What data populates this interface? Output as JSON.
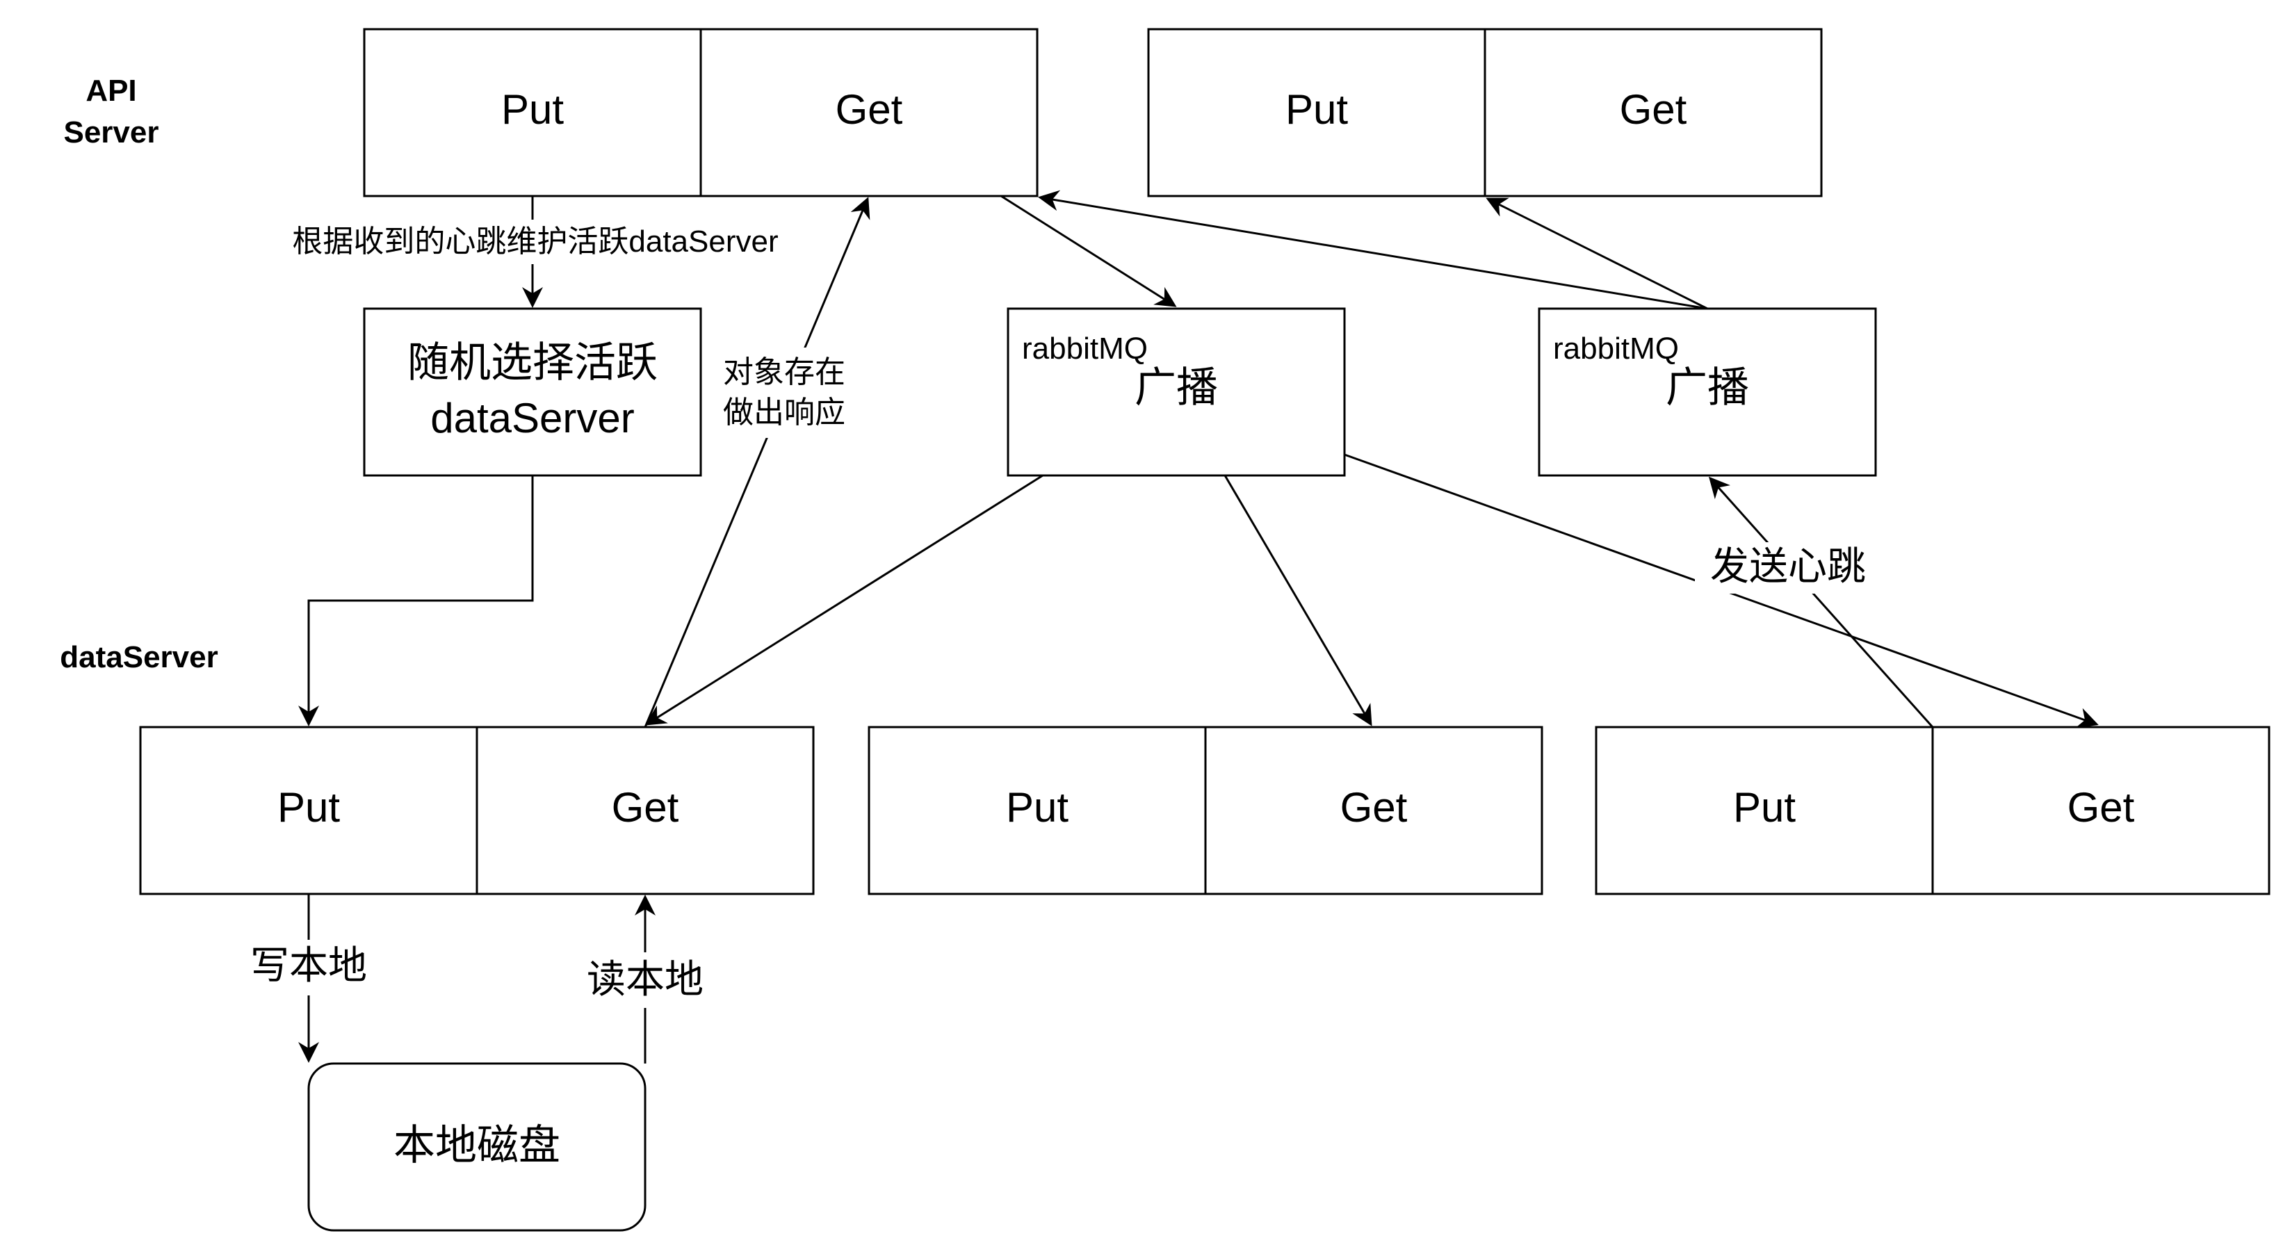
{
  "section_labels": {
    "api_line1": "API",
    "api_line2": "Server",
    "data_server": "dataServer"
  },
  "api_servers": [
    {
      "put": "Put",
      "get": "Get"
    },
    {
      "put": "Put",
      "get": "Get"
    }
  ],
  "data_servers": [
    {
      "put": "Put",
      "get": "Get"
    },
    {
      "put": "Put",
      "get": "Get"
    },
    {
      "put": "Put",
      "get": "Get"
    }
  ],
  "random_select": {
    "line1": "随机选择活跃",
    "line2": "dataServer"
  },
  "rabbitmq_boxes": [
    {
      "tag": "rabbitMQ",
      "label": "广播"
    },
    {
      "tag": "rabbitMQ",
      "label": "广播"
    }
  ],
  "local_disk": "本地磁盘",
  "edge_labels": {
    "heartbeat_maintain": "根据收到的心跳维护活跃dataServer",
    "object_exists_line1": "对象存在",
    "object_exists_line2": "做出响应",
    "send_heartbeat": "发送心跳",
    "write_local": "写本地",
    "read_local": "读本地"
  }
}
